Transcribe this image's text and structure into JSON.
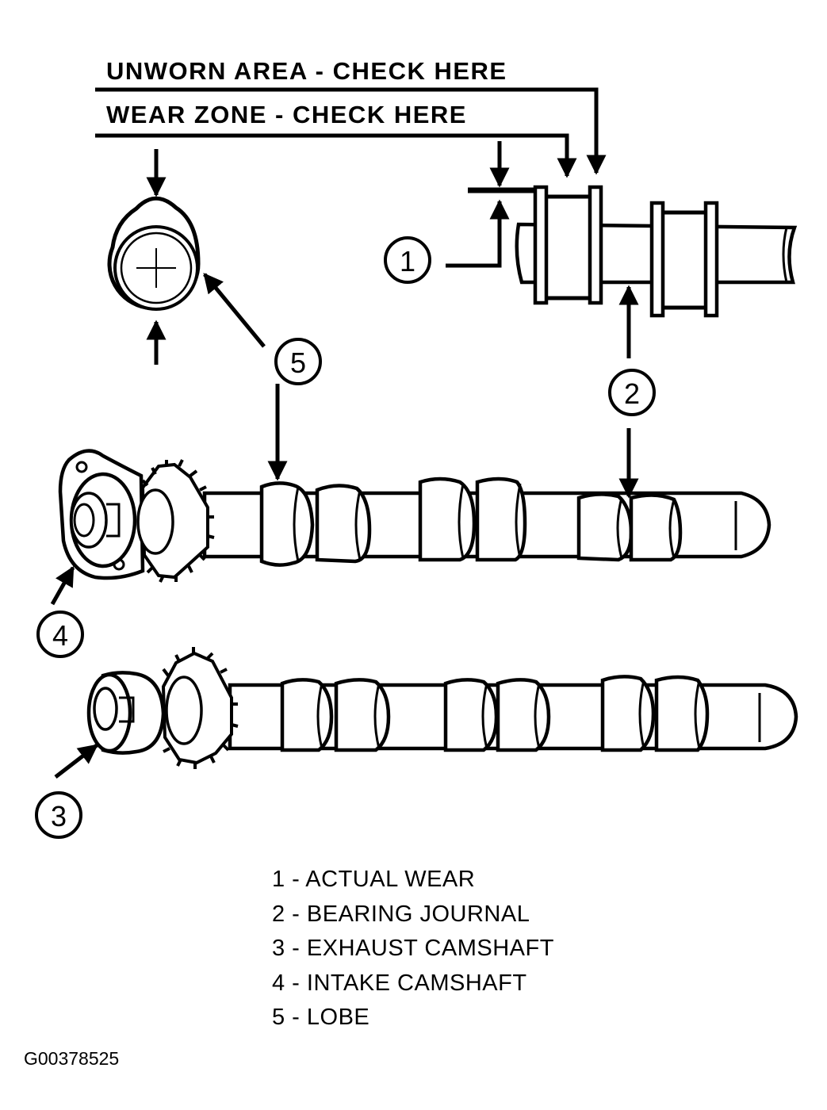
{
  "header": {
    "unworn": "UNWORN AREA - CHECK HERE",
    "wear": "WEAR ZONE - CHECK HERE"
  },
  "callouts": [
    "1",
    "2",
    "3",
    "4",
    "5"
  ],
  "legend": [
    {
      "number": "1",
      "text": "1 - ACTUAL WEAR"
    },
    {
      "number": "2",
      "text": "2 - BEARING JOURNAL"
    },
    {
      "number": "3",
      "text": "3 - EXHAUST CAMSHAFT"
    },
    {
      "number": "4",
      "text": "4 - INTAKE CAMSHAFT"
    },
    {
      "number": "5",
      "text": "5 - LOBE"
    }
  ],
  "figure_code": "G00378525",
  "colors": {
    "ink": "#000000",
    "paper": "#ffffff"
  }
}
